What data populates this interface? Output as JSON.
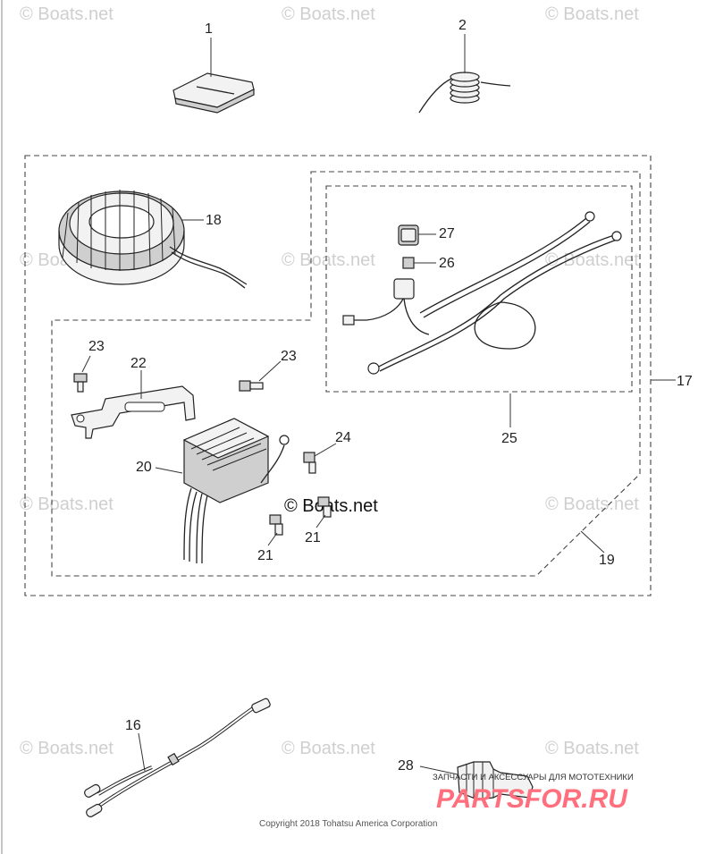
{
  "watermark": "© Boats.net",
  "copyright": "Copyright 2018 Tohatsu America Corporation",
  "branding": {
    "tagline": "ЗАПЧАСТИ И АКСЕССУАРЫ ДЛЯ МОТОТЕХНИКИ",
    "logo": "PARTSFOR.RU"
  },
  "callouts": {
    "c1": "1",
    "c2": "2",
    "c16": "16",
    "c17": "17",
    "c18": "18",
    "c19": "19",
    "c20": "20",
    "c21a": "21",
    "c21b": "21",
    "c22": "22",
    "c23a": "23",
    "c23b": "23",
    "c24": "24",
    "c25": "25",
    "c26": "26",
    "c27": "27",
    "c28": "28"
  },
  "colors": {
    "line": "#222222",
    "watermark": "#cfcfcf",
    "logo": "#ff6f7d"
  }
}
